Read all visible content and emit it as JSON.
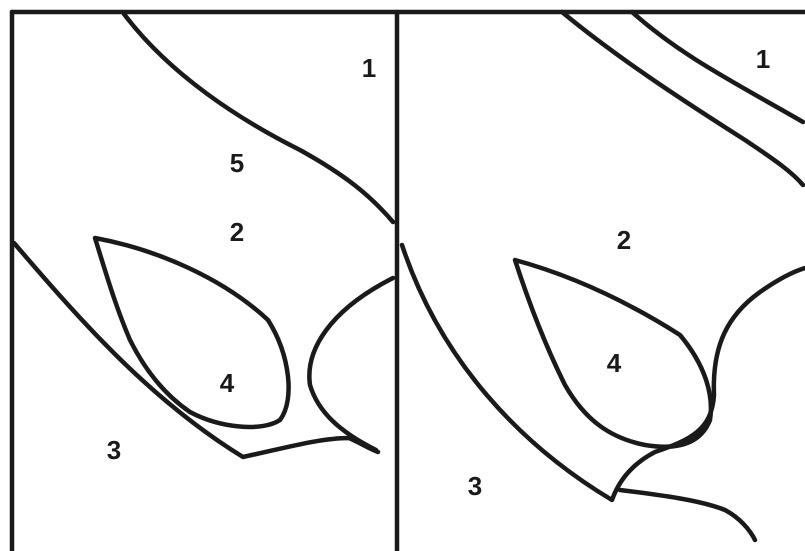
{
  "panels": [
    {
      "regions": [
        "1",
        "5",
        "2",
        "4",
        "3"
      ]
    },
    {
      "regions": [
        "1",
        "2",
        "4",
        "3"
      ]
    }
  ],
  "colors": {
    "line": "#1a1a1a",
    "background": "#ffffff"
  }
}
